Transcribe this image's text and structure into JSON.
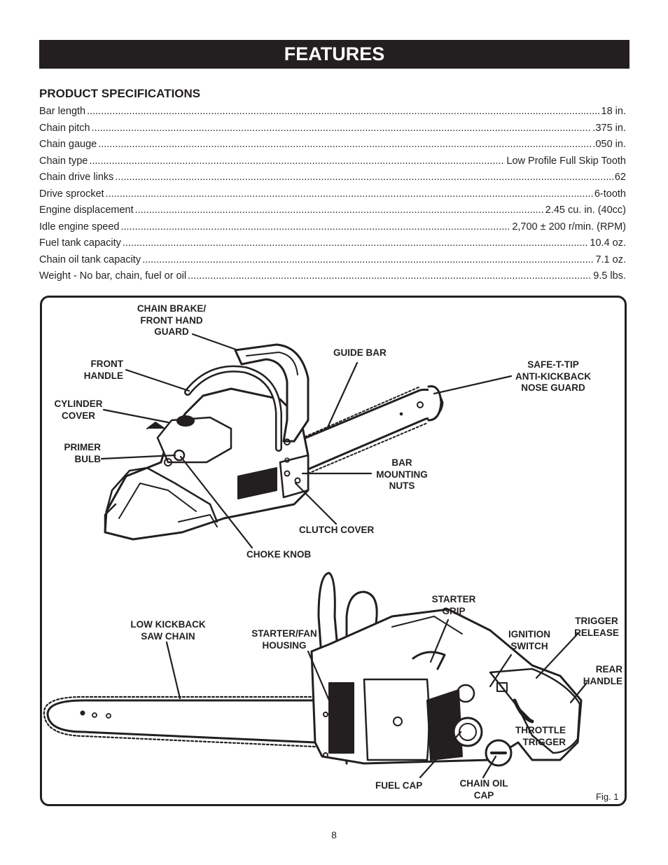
{
  "header": {
    "title": "FEATURES"
  },
  "specs": {
    "heading": "PRODUCT SPECIFICATIONS",
    "rows": [
      {
        "label": "Bar length",
        "value": "18 in."
      },
      {
        "label": "Chain pitch",
        "value": ".375 in."
      },
      {
        "label": "Chain gauge",
        "value": ".050 in."
      },
      {
        "label": "Chain type",
        "value": "Low Profile Full Skip Tooth"
      },
      {
        "label": "Chain drive links",
        "value": "62"
      },
      {
        "label": "Drive sprocket",
        "value": "6-tooth"
      },
      {
        "label": "Engine displacement",
        "value": "2.45 cu. in. (40cc)"
      },
      {
        "label": "Idle engine speed",
        "value": "2,700 ± 200 r/min. (RPM)"
      },
      {
        "label": "Fuel tank capacity",
        "value": "10.4 oz."
      },
      {
        "label": "Chain oil tank capacity",
        "value": "7.1 oz."
      },
      {
        "label": "Weight - No bar, chain, fuel or oil",
        "value": "9.5 lbs."
      }
    ]
  },
  "figure": {
    "caption": "Fig. 1",
    "callouts": {
      "chain_brake": "CHAIN BRAKE/\nFRONT HAND\nGUARD",
      "front_handle": "FRONT\nHANDLE",
      "cylinder_cover": "CYLINDER\nCOVER",
      "primer_bulb": "PRIMER\nBULB",
      "guide_bar": "GUIDE BAR",
      "safe_t_tip": "SAFE-T-TIP\nANTI-KICKBACK\nNOSE GUARD",
      "bar_mounting_nuts": "BAR\nMOUNTING\nNUTS",
      "clutch_cover": "CLUTCH COVER",
      "choke_knob": "CHOKE KNOB",
      "low_kickback_chain": "LOW KICKBACK\nSAW CHAIN",
      "starter_fan_housing": "STARTER/FAN\nHOUSING",
      "starter_grip": "STARTER\nGRIP",
      "ignition_switch": "IGNITION\nSWITCH",
      "trigger_release": "TRIGGER\nRELEASE",
      "rear_handle": "REAR\nHANDLE",
      "throttle_trigger": "THROTTLE\nTRIGGER",
      "fuel_cap": "FUEL CAP",
      "chain_oil_cap": "CHAIN OIL\nCAP"
    }
  },
  "footer": {
    "page_number": "8"
  }
}
